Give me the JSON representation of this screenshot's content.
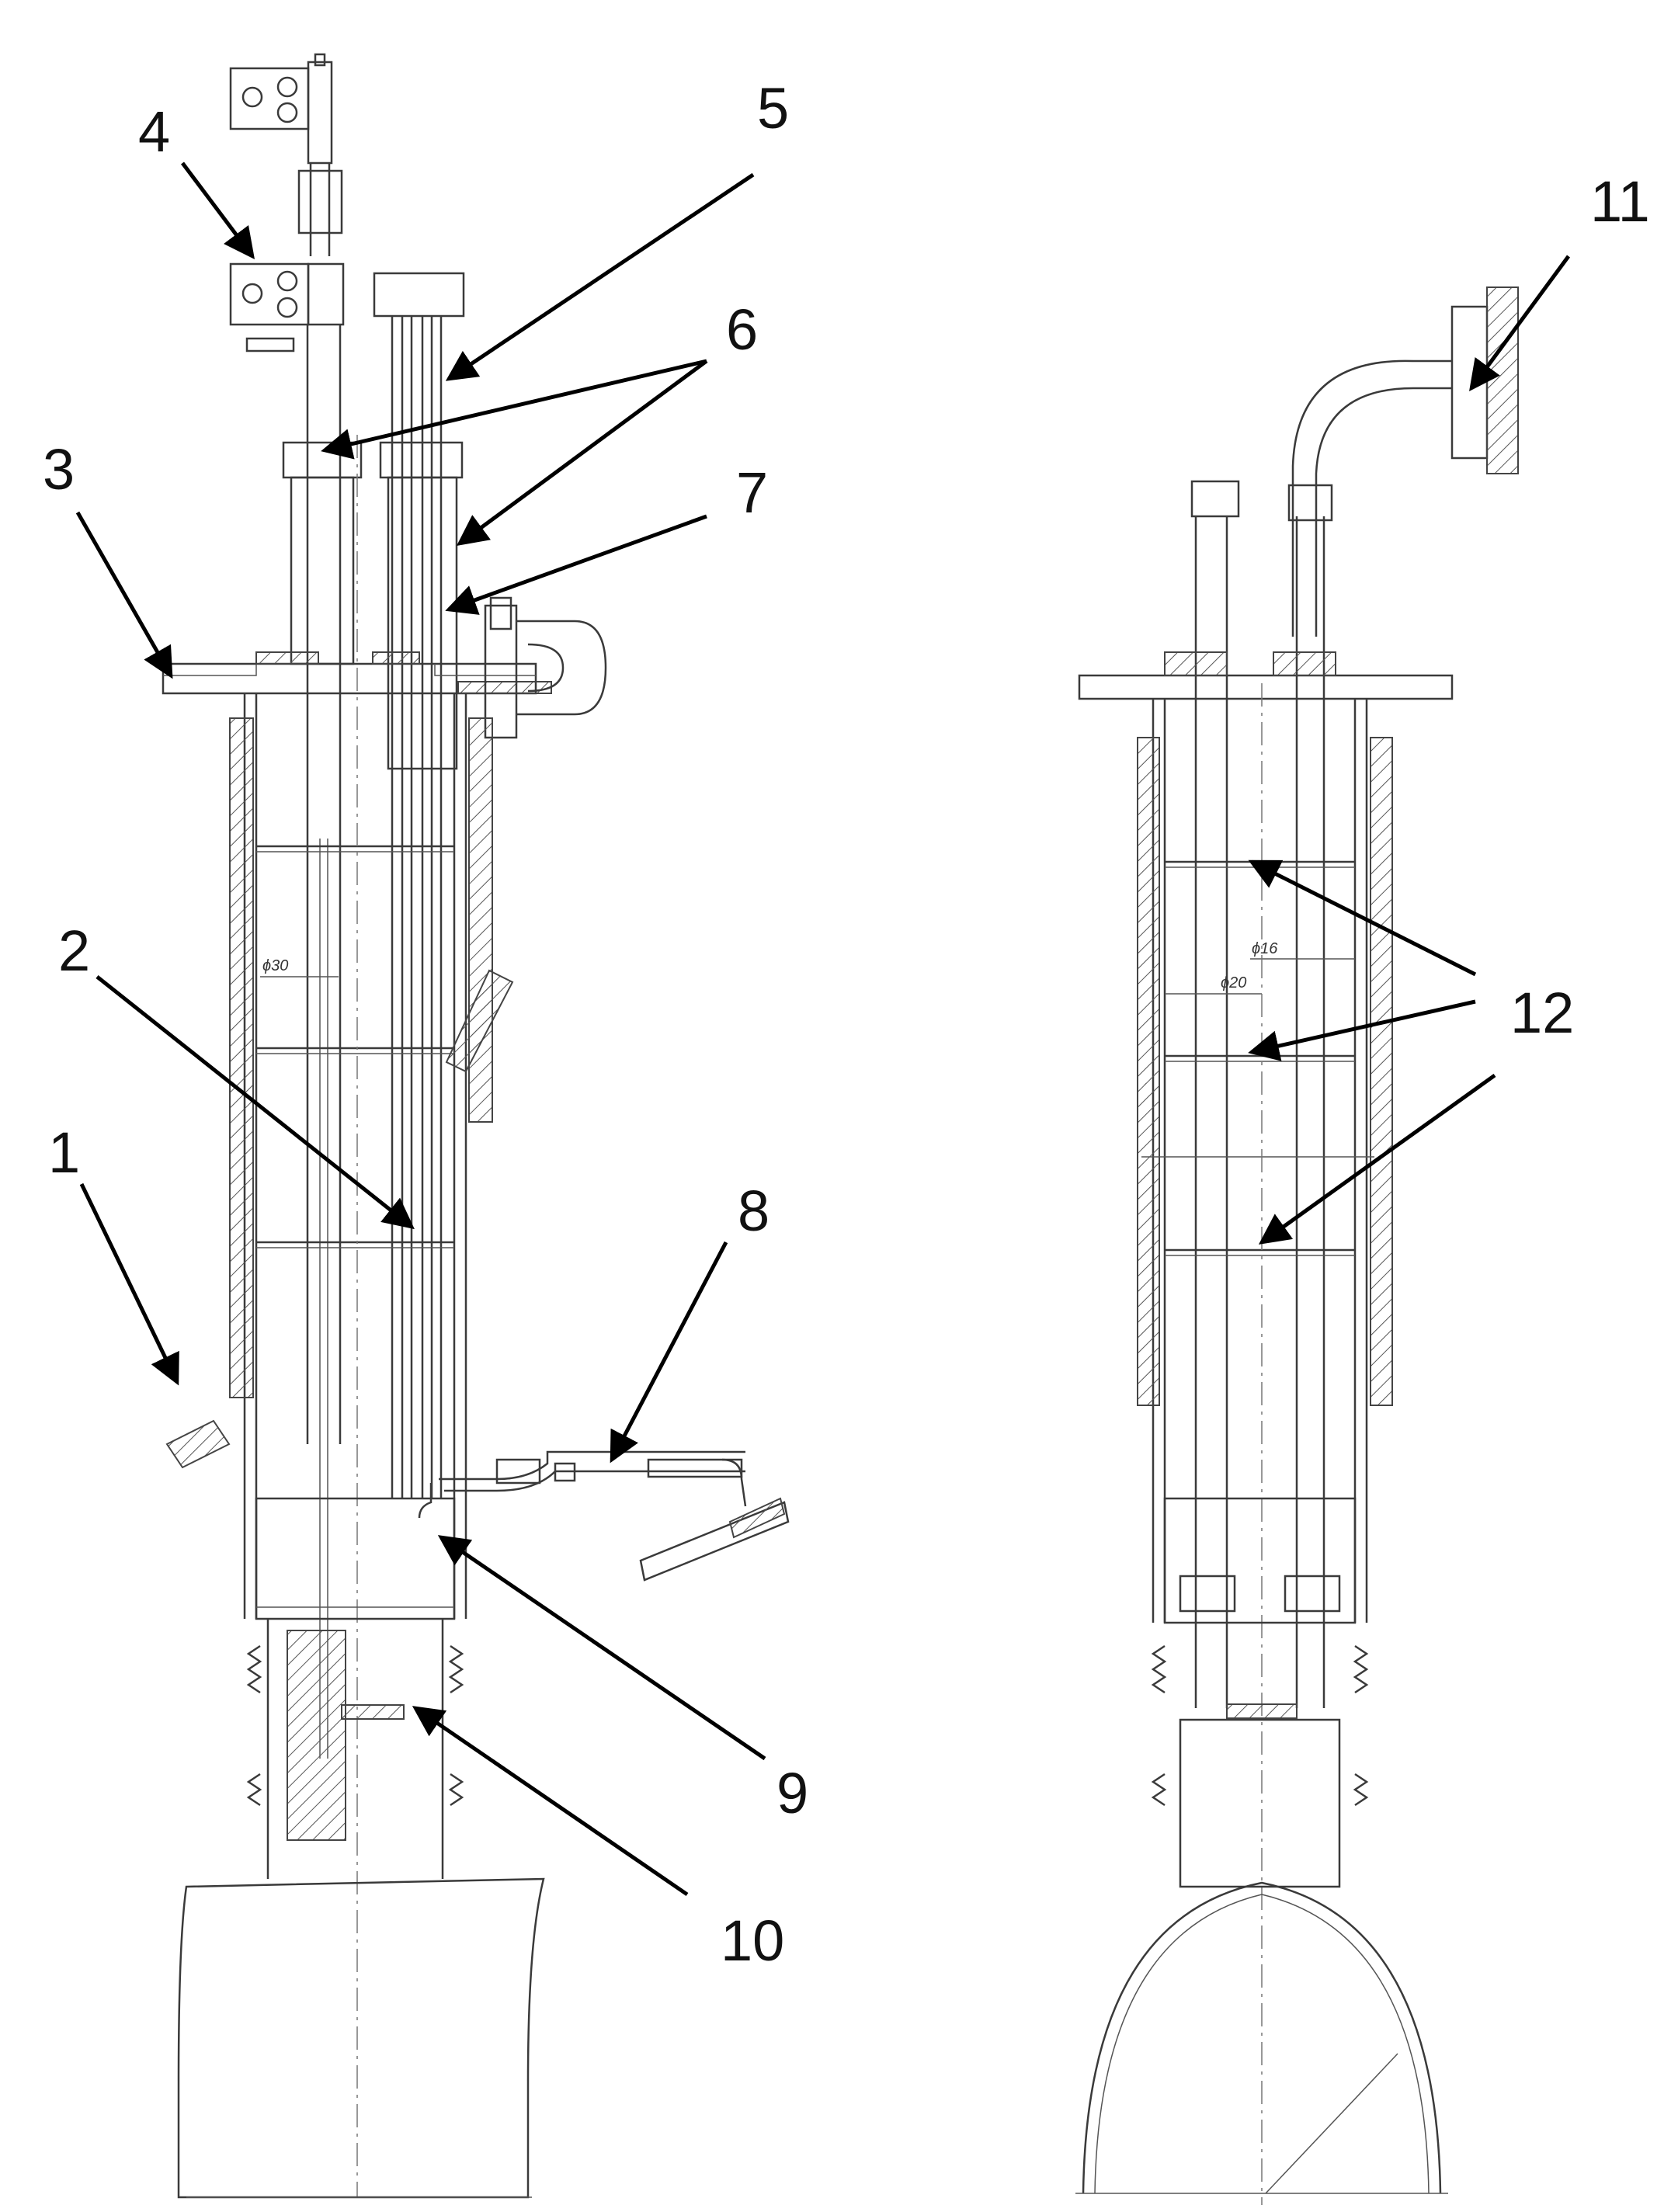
{
  "callouts": [
    "1",
    "2",
    "3",
    "4",
    "5",
    "6",
    "7",
    "8",
    "9",
    "10",
    "11",
    "12"
  ],
  "dimensions": {
    "left_rod": "ϕ30",
    "right_inner": "ϕ16",
    "right_outer": "ϕ20"
  },
  "colors": {
    "ink": "#111111",
    "line": "#3a3a3a",
    "paper": "#ffffff"
  }
}
